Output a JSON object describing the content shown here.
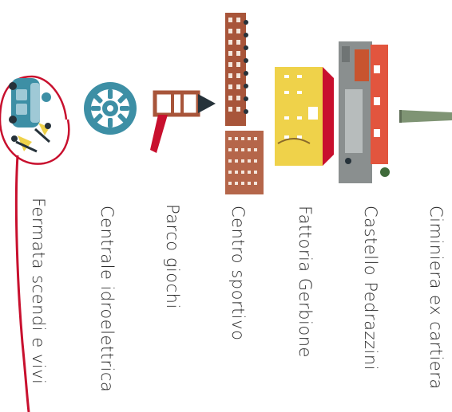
{
  "stops": [
    {
      "id": "fermata",
      "label": "Fermata scendi e vivi",
      "icon": "bus-stop-icon"
    },
    {
      "id": "centrale",
      "label": "Centrale idroelettrica",
      "icon": "turbine-icon"
    },
    {
      "id": "parco",
      "label": "Parco giochi",
      "icon": "slide-icon"
    },
    {
      "id": "centro",
      "label": "Centro sportivo",
      "icon": "sports-building-icon"
    },
    {
      "id": "fattoria",
      "label": "Fattoria Gerbione",
      "icon": "farmhouse-icon"
    },
    {
      "id": "castello",
      "label": "Castello Pedrazzini",
      "icon": "castle-icon"
    },
    {
      "id": "ciminiera",
      "label": "Ciminiera ex cartiera",
      "icon": "chimney-icon"
    }
  ],
  "colors": {
    "route_red": "#c8102e",
    "teal": "#3d8fa5",
    "brick": "#a8553a",
    "yellow": "#efd24a",
    "grey": "#8a8f8f"
  }
}
